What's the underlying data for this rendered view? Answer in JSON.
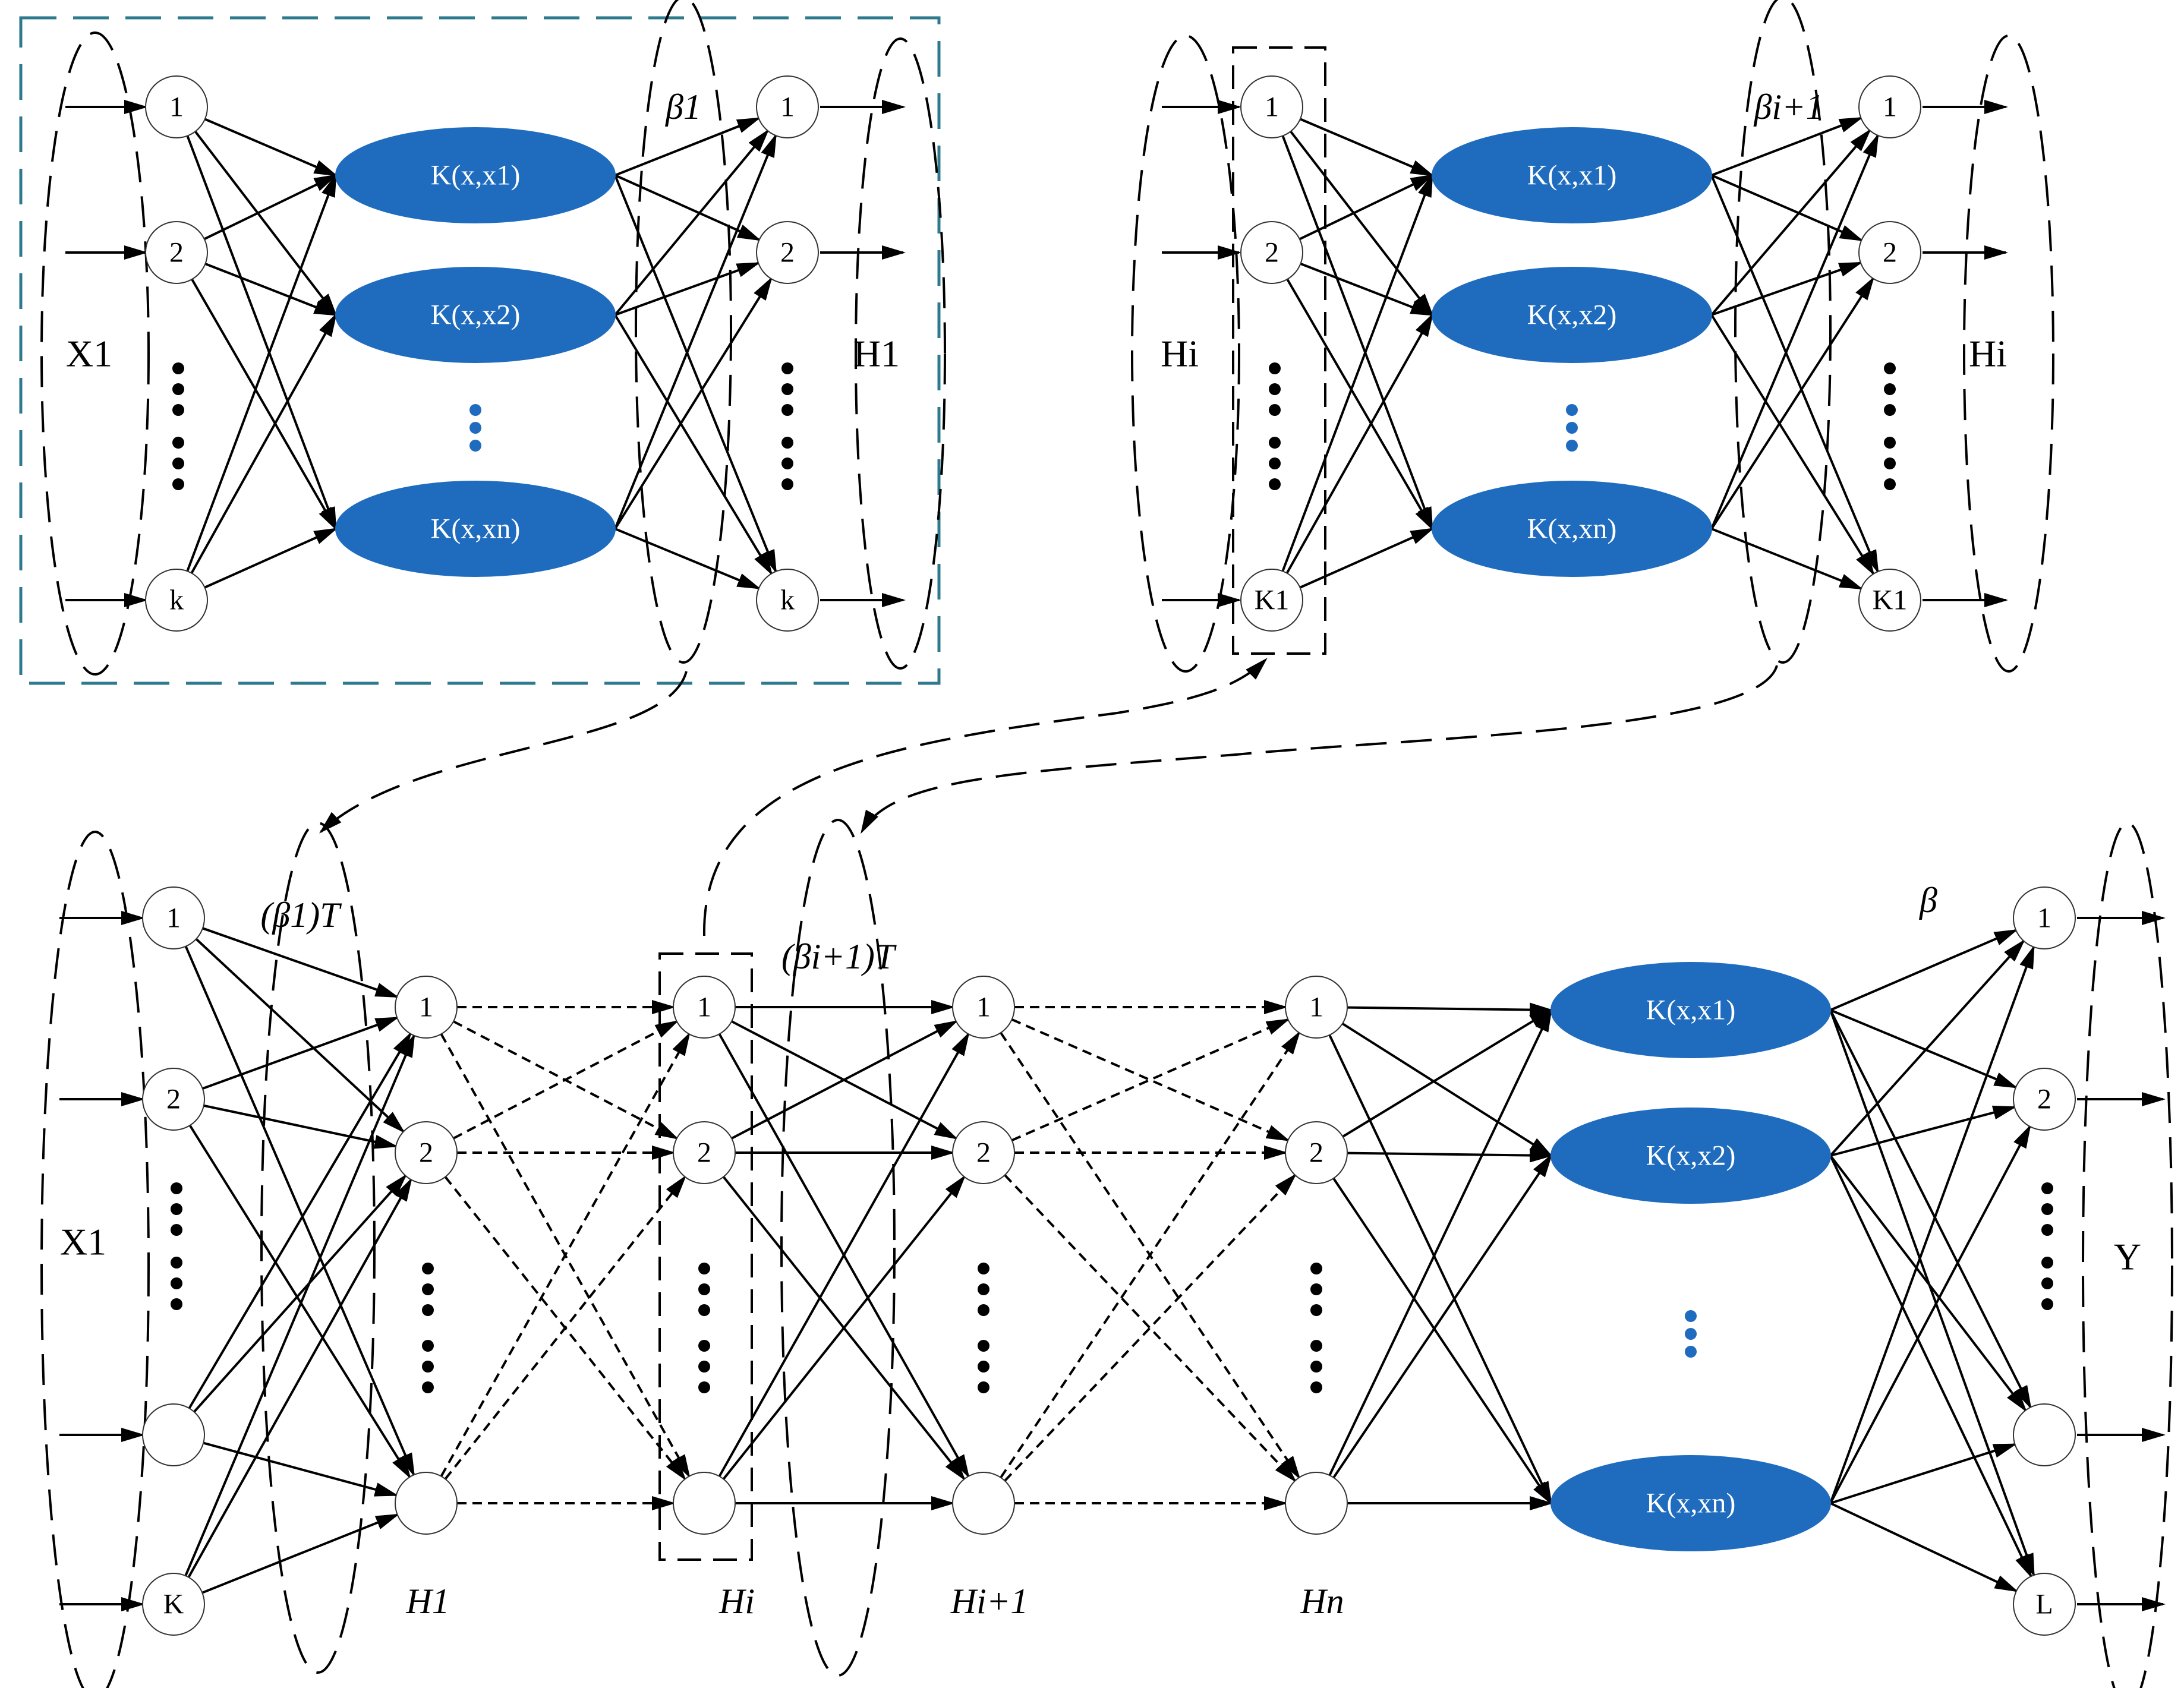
{
  "top_left": {
    "input_nodes": [
      "1",
      "2",
      "k"
    ],
    "kernel_nodes": [
      "K(x,x1)",
      "K(x,x2)",
      "K(x,xn)"
    ],
    "output_nodes": [
      "1",
      "2",
      "k"
    ],
    "input_label": "X1",
    "output_label": "H1",
    "beta_label": "β1"
  },
  "top_right": {
    "input_nodes": [
      "1",
      "2",
      "K1"
    ],
    "kernel_nodes": [
      "K(x,x1)",
      "K(x,x2)",
      "K(x,xn)"
    ],
    "output_nodes": [
      "1",
      "2",
      "K1"
    ],
    "input_label": "Hi",
    "output_label": "Hi",
    "beta_label": "βi+1"
  },
  "bottom": {
    "input_nodes": [
      "1",
      "2",
      "",
      "K"
    ],
    "input_label": "X1",
    "h1_nodes": [
      "1",
      "2",
      ""
    ],
    "hi_nodes": [
      "1",
      "2",
      ""
    ],
    "hi1_nodes": [
      "1",
      "2",
      ""
    ],
    "hn_nodes": [
      "1",
      "2",
      ""
    ],
    "kernel_nodes": [
      "K(x,x1)",
      "K(x,x2)",
      "K(x,xn)"
    ],
    "output_nodes": [
      "1",
      "2",
      "",
      "L"
    ],
    "output_label": "Y",
    "beta1t_label": "(β1)T",
    "betai1t_label": "(βi+1)T",
    "beta_label": "β",
    "layer_labels": [
      "H1",
      "Hi",
      "Hi+1",
      "Hn"
    ]
  },
  "colors": {
    "kernel_fill": "#1f6cbf",
    "box_blue": "#2c7a8c"
  }
}
